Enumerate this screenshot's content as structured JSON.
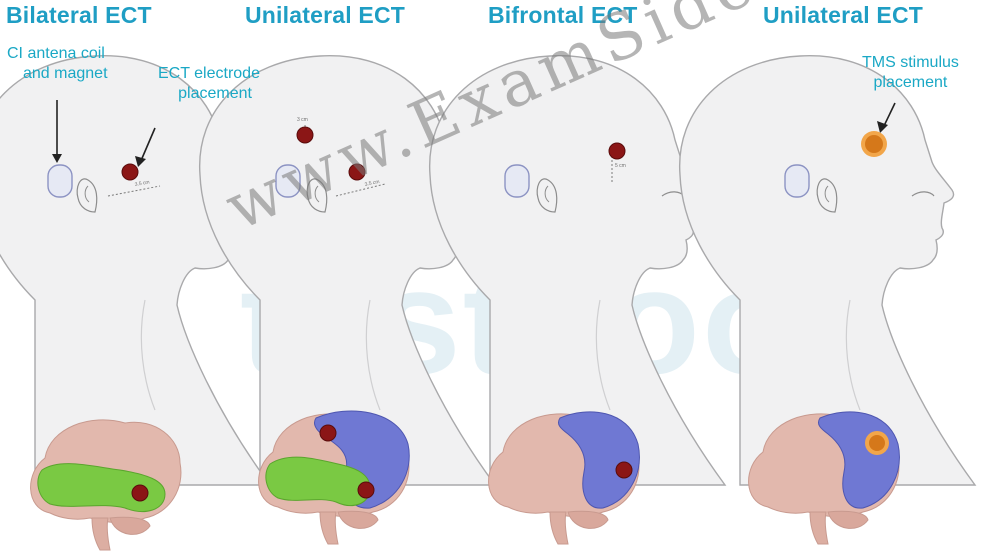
{
  "colors": {
    "title": "#1f9ec4",
    "annotation": "#1aa8c5",
    "electrode": "#8b1616",
    "tms_marker": "#e08a1f",
    "temporal_lobe": "#7ac943",
    "frontal_region": "#6f78d3",
    "brain": "#e2b8ad",
    "skin": "#f1f1f2"
  },
  "panels": [
    {
      "title": "Bilateral ECT"
    },
    {
      "title": "Unilateral ECT"
    },
    {
      "title": "Bifrontal ECT"
    },
    {
      "title": "Unilateral ECT"
    }
  ],
  "annotations": {
    "ci_coil_line1": "CI antena coil",
    "ci_coil_line2": "and magnet",
    "ect_electrode_line1": "ECT electrode",
    "ect_electrode_line2": "placement",
    "tms_line1": "TMS stimulus",
    "tms_line2": "placement"
  },
  "measurements": {
    "bilateral_distance": "3.5 cm",
    "unilateral_top": "3 cm",
    "unilateral_side": "3.5 cm",
    "bifrontal_distance": "5 cm"
  },
  "watermarks": {
    "url": "www.ExamSide.Com",
    "brand": "testbook"
  }
}
